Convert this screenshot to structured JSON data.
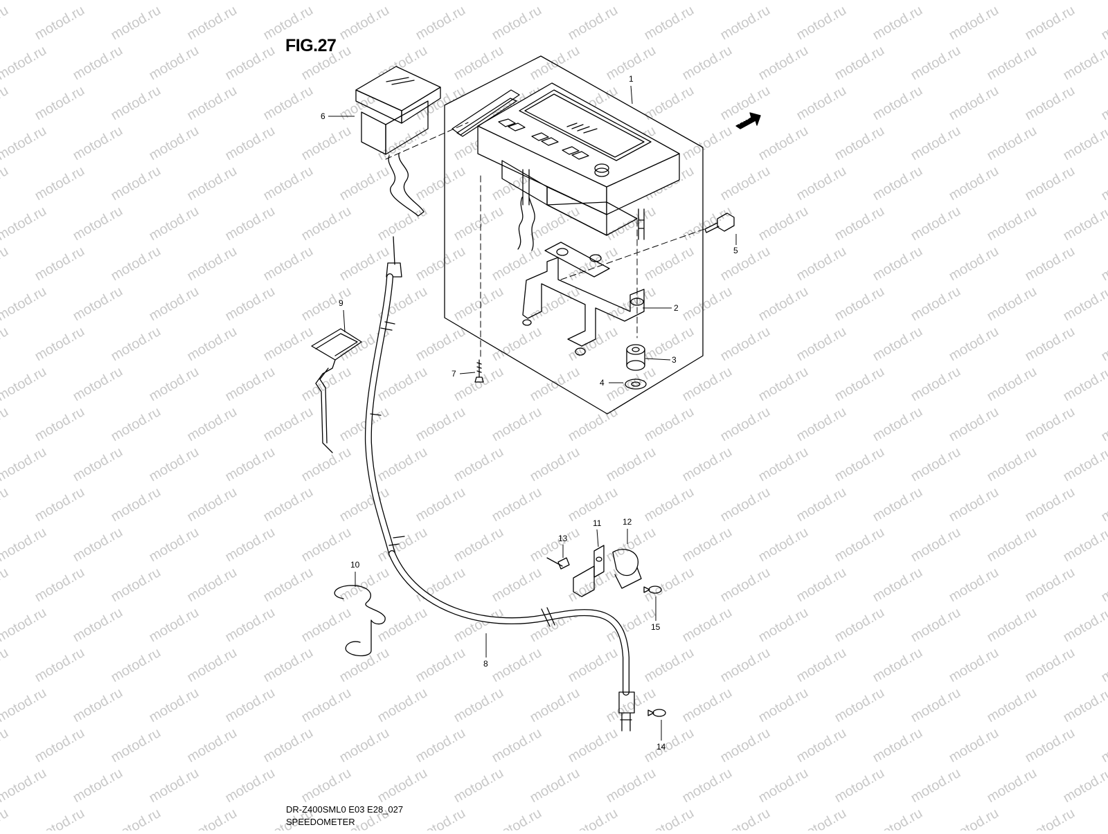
{
  "figure": {
    "title": "FIG.27",
    "model_code": "DR-Z400SML0 E03 E28_027",
    "name": "SPEEDOMETER"
  },
  "direction_badge": "FWD",
  "watermark": "motod.ru",
  "parts": [
    {
      "number": "1"
    },
    {
      "number": "2"
    },
    {
      "number": "3"
    },
    {
      "number": "4"
    },
    {
      "number": "5"
    },
    {
      "number": "6"
    },
    {
      "number": "7"
    },
    {
      "number": "8"
    },
    {
      "number": "9"
    },
    {
      "number": "10"
    },
    {
      "number": "11"
    },
    {
      "number": "12"
    },
    {
      "number": "13"
    },
    {
      "number": "14"
    },
    {
      "number": "15"
    }
  ],
  "colors": {
    "line": "#000000",
    "watermark": "#c8c8c8",
    "background": "#ffffff"
  }
}
